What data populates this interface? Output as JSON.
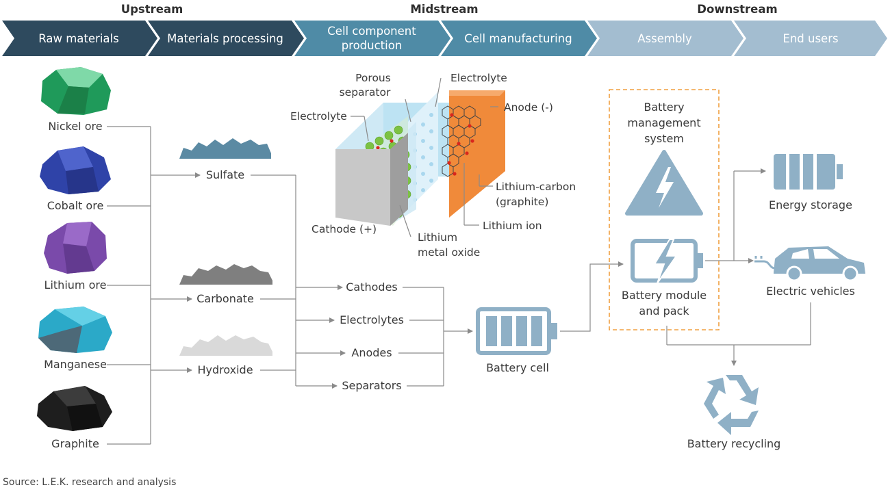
{
  "headers": {
    "upstream": "Upstream",
    "midstream": "Midstream",
    "downstream": "Downstream"
  },
  "chevrons": {
    "raw_materials": "Raw materials",
    "materials_processing": "Materials processing",
    "cell_component_line1": "Cell component",
    "cell_component_line2": "production",
    "cell_manufacturing": "Cell manufacturing",
    "assembly": "Assembly",
    "end_users": "End users"
  },
  "ores": {
    "nickel": "Nickel ore",
    "cobalt": "Cobalt ore",
    "lithium": "Lithium ore",
    "manganese": "Manganese",
    "graphite": "Graphite"
  },
  "processed": {
    "sulfate": "Sulfate",
    "carbonate": "Carbonate",
    "hydroxide": "Hydroxide"
  },
  "cell_diagram": {
    "porous_separator_line1": "Porous",
    "porous_separator_line2": "separator",
    "electrolyte_top": "Electrolyte",
    "electrolyte_left": "Electrolyte",
    "anode": "Anode (-)",
    "lithium_carbon_line1": "Lithium-carbon",
    "lithium_carbon_line2": "(graphite)",
    "lithium_ion": "Lithium ion",
    "cathode": "Cathode (+)",
    "lithium_metal_oxide_line1": "Lithium",
    "lithium_metal_oxide_line2": "metal oxide"
  },
  "components": {
    "cathodes": "Cathodes",
    "electrolytes": "Electrolytes",
    "anodes": "Anodes",
    "separators": "Separators"
  },
  "battery_cell": "Battery cell",
  "bms": {
    "line1": "Battery",
    "line2": "management",
    "line3": "system"
  },
  "module_pack": {
    "line1": "Battery module",
    "line2": "and pack"
  },
  "end_uses": {
    "energy_storage": "Energy storage",
    "electric_vehicles": "Electric vehicles",
    "recycling": "Battery recycling"
  },
  "source": "Source: L.E.K. research and analysis",
  "colors": {
    "upstream_chevron": "#2e4a5e",
    "midstream_chevron": "#4f8ba6",
    "downstream_chevron": "#a3bdd0",
    "icon_blue": "#8fb0c6",
    "dashed_box": "#f0a040",
    "anode": "#f08a3a",
    "cathode_sphere": "#7cc243",
    "ion": "#d9261c"
  }
}
